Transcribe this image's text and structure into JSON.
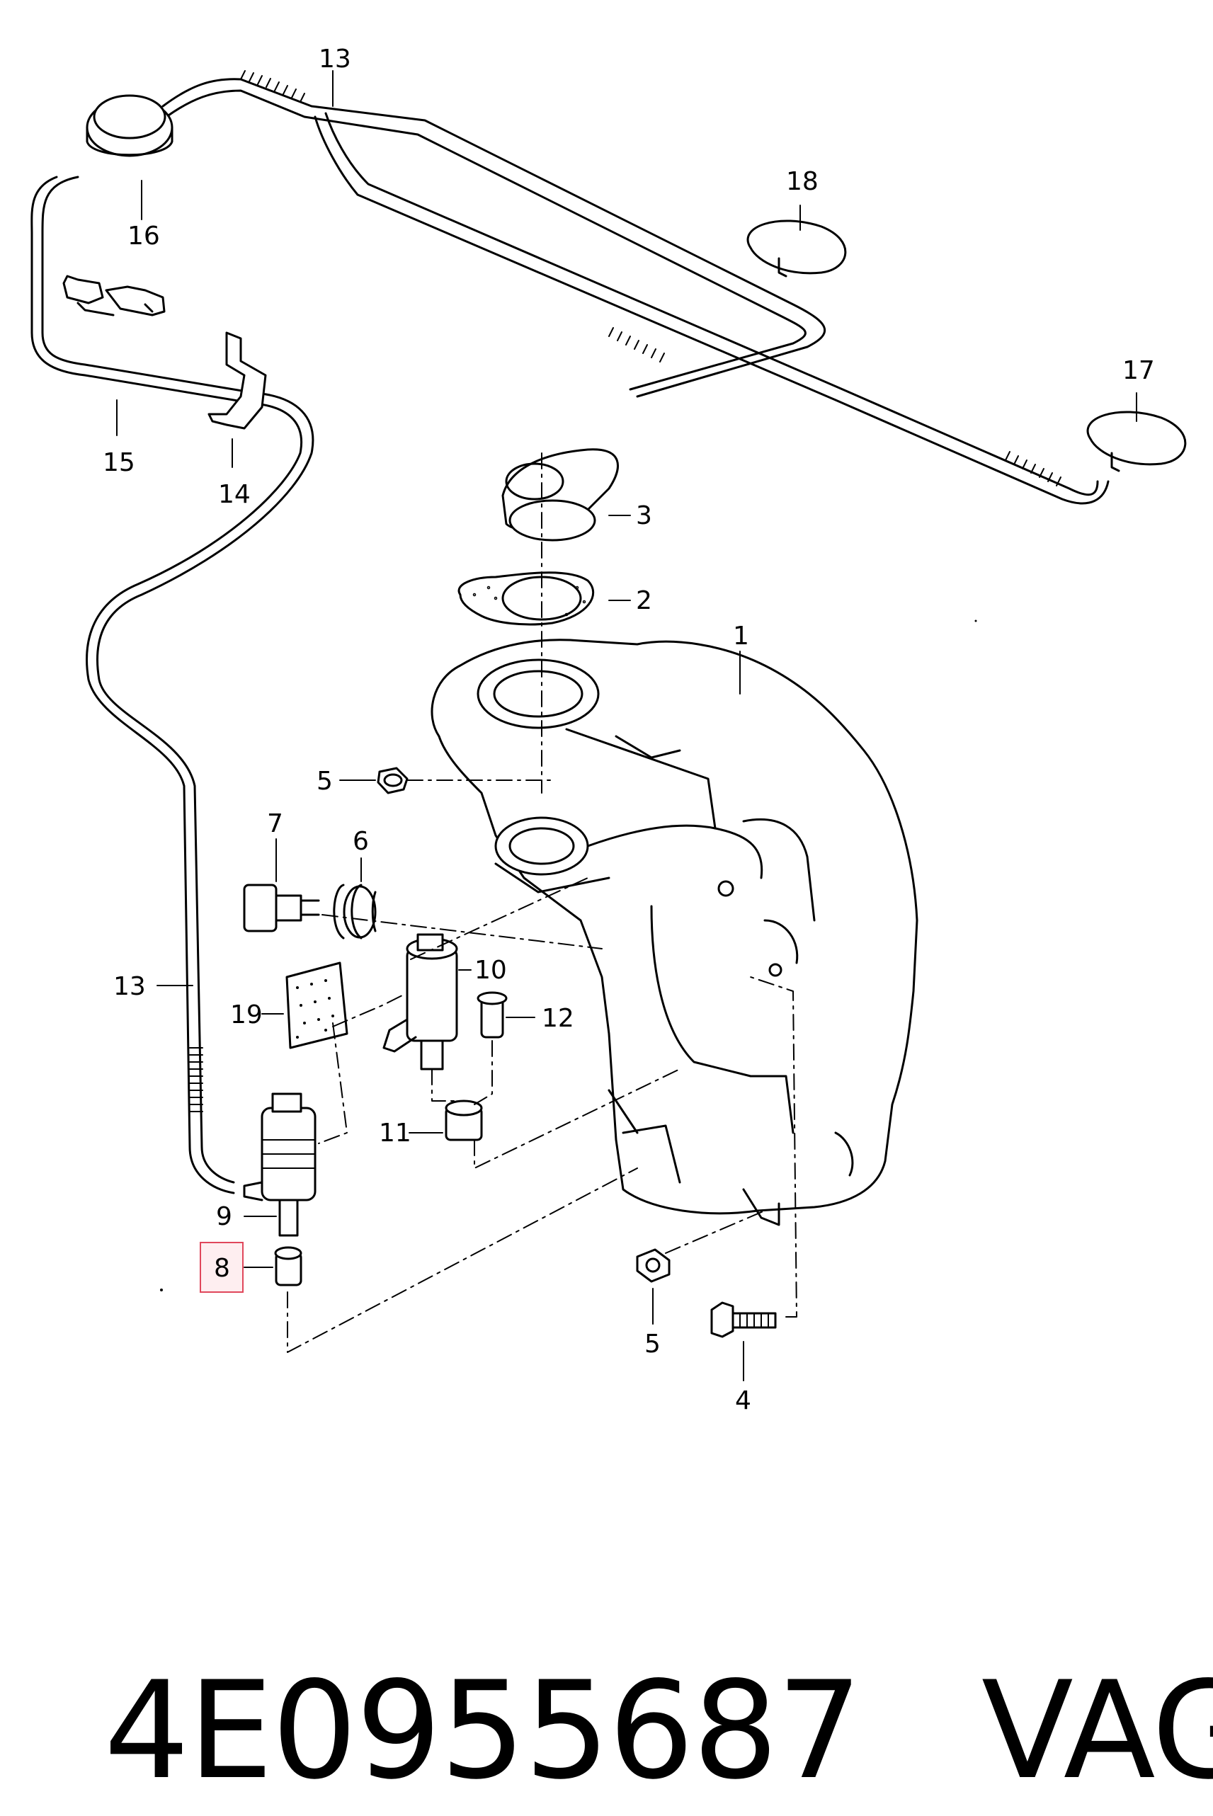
{
  "callouts": {
    "c1": "1",
    "c2": "2",
    "c3": "3",
    "c4": "4",
    "c5a": "5",
    "c5b": "5",
    "c6": "6",
    "c7": "7",
    "c8": "8",
    "c9": "9",
    "c10": "10",
    "c11": "11",
    "c12": "12",
    "c13a": "13",
    "c13b": "13",
    "c14": "14",
    "c15": "15",
    "c16": "16",
    "c17": "17",
    "c18": "18",
    "c19": "19"
  },
  "highlighted_callout": "8",
  "highlight_color": "#e0475b",
  "caption": {
    "part_number": "4E0955687",
    "brand": "VAG"
  }
}
